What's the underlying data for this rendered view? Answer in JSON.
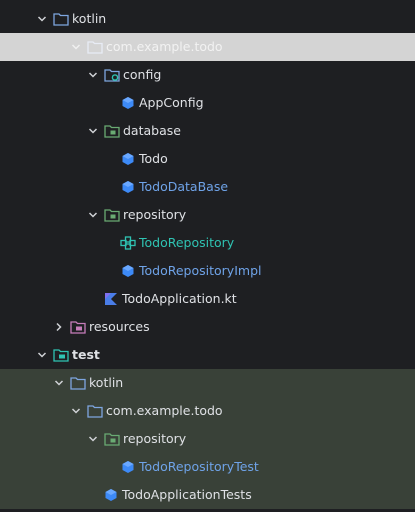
{
  "tree": {
    "items": [
      {
        "label": "kotlin"
      },
      {
        "label": "com.example.todo"
      },
      {
        "label": "config"
      },
      {
        "label": "AppConfig"
      },
      {
        "label": "database"
      },
      {
        "label": "Todo"
      },
      {
        "label": "TodoDataBase"
      },
      {
        "label": "repository"
      },
      {
        "label": "TodoRepository"
      },
      {
        "label": "TodoRepositoryImpl"
      },
      {
        "label": "TodoApplication.kt"
      },
      {
        "label": "resources"
      },
      {
        "label": "test"
      },
      {
        "label": "kotlin"
      },
      {
        "label": "com.example.todo"
      },
      {
        "label": "repository"
      },
      {
        "label": "TodoRepositoryTest"
      },
      {
        "label": "TodoApplicationTests"
      }
    ]
  },
  "colors": {
    "background": "#1e1f22",
    "text": "#dfe1e5",
    "blue_text": "#6fa3e8",
    "green_text": "#2fc3b3",
    "selected_row": "#d4d4d4",
    "test_scope_bg": "#394138",
    "folder_blue": "#7ea6e0",
    "folder_green": "#6aab73",
    "class_icon": "#3d8af7"
  }
}
